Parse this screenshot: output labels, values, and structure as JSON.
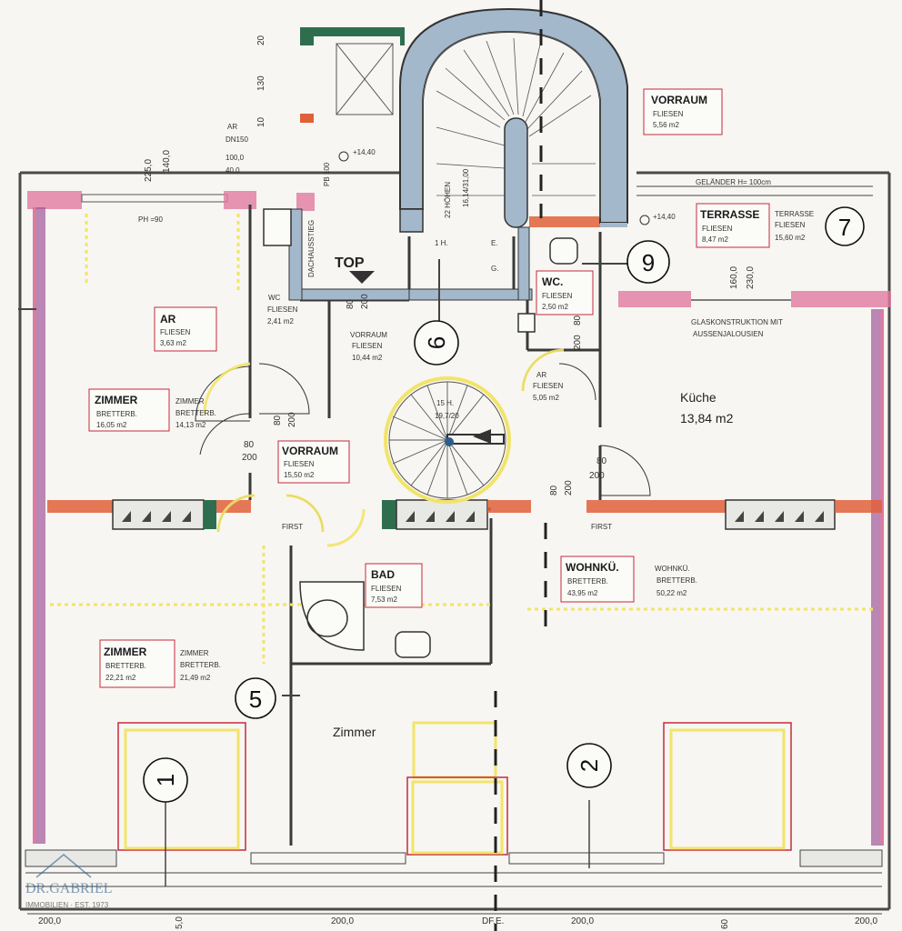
{
  "rooms": {
    "vorraum_top": {
      "name": "VORRAUM",
      "floor": "FLIESEN",
      "area": "5,56 m2"
    },
    "terrasse": {
      "name": "TERRASSE",
      "floor": "FLIESEN",
      "area": "8,47 m2",
      "alt_label": "TERRASSE",
      "alt_floor": "FLIESEN",
      "alt_area": "15,60 m2"
    },
    "ar_left": {
      "name": "AR",
      "floor": "FLIESEN",
      "area": "3,63 m2"
    },
    "wc_left": {
      "name": "WC",
      "floor": "FLIESEN",
      "area": "2,41 m2"
    },
    "vorraum_mid": {
      "name": "VORRAUM",
      "floor": "FLIESEN",
      "area": "10,44 m2"
    },
    "wc_right": {
      "name": "WC.",
      "floor": "FLIESEN",
      "area": "2,50 m2"
    },
    "ar_right": {
      "name": "AR",
      "floor": "FLIESEN",
      "area": "5,05 m2"
    },
    "zimmer_left": {
      "name": "ZIMMER",
      "floor": "BRETTERB.",
      "area": "16,05 m2",
      "alt_label": "ZIMMER",
      "alt_floor": "BRETTERB.",
      "alt_area": "14,13 m2"
    },
    "vorraum_low": {
      "name": "VORRAUM",
      "floor": "FLIESEN",
      "area": "15,50 m2"
    },
    "kueche": {
      "name": "Küche",
      "area": "13,84 m2"
    },
    "bad": {
      "name": "BAD",
      "floor": "FLIESEN",
      "area": "7,53 m2"
    },
    "wohnkue": {
      "name": "WOHNKÜ.",
      "floor": "BRETTERB.",
      "area": "43,95 m2",
      "alt_label": "WOHNKÜ.",
      "alt_floor": "BRETTERB.",
      "alt_area": "50,22 m2"
    },
    "zimmer_bottom": {
      "name": "ZIMMER",
      "floor": "BRETTERB.",
      "area": "22,21 m2",
      "alt_label": "ZIMMER",
      "alt_floor": "BRETTERB.",
      "alt_area": "21,49 m2"
    },
    "zimmer_center": {
      "name": "Zimmer"
    }
  },
  "markers": [
    "1",
    "2",
    "5",
    "6",
    "7",
    "9"
  ],
  "annotations": {
    "top": "TOP",
    "level_1": "+14,40",
    "level_2": "+14,40",
    "gelaender": "GELÄNDER H= 100cm",
    "glas": "GLASKONSTRUKTION MIT",
    "glas2": "AUSSENJALOUSIEN",
    "stair_main": "15 H.",
    "stair_main2": "19,7/20",
    "stair_up": "22 HÖHEN",
    "stair_up2": "16,14/31,00",
    "h1": "1 H.",
    "e": "E.",
    "g": "G.",
    "first_1": "FIRST",
    "first_2": "FIRST",
    "ph": "PH =90",
    "ar_dn": "AR",
    "dn150": "DN150",
    "dn2": "100,0",
    "dn3": "40,0",
    "pb100": "PB 100",
    "dachausstieg": "DACHAUSSTIEG",
    "dim_80": "80",
    "dim_200": "200",
    "dim_130": "130",
    "dim_20": "20",
    "dim_10": "10",
    "dim_225": "225,0",
    "dim_140": "140,0",
    "dim_160": "160,0",
    "dim_230": "230,0",
    "bottom_200a": "200,0",
    "bottom_200b": "200,0",
    "bottom_200c": "200,0",
    "bottom_200d": "200,0",
    "bottom_5": "5,0",
    "bottom_dfc": "DF.E.",
    "bottom_60": "60"
  },
  "logo": {
    "name": "DR.GABRIEL",
    "sub": "IMMOBILIEN · EST. 1973"
  },
  "colors": {
    "wall": "#4a4a4a",
    "wall_pink": "#e07aa0",
    "wall_purple": "#9a4a92",
    "stair_blue": "#a4b8cc",
    "shaft_green": "#2e6e4e",
    "orange": "#e0603a",
    "yellow": "#f2e46a"
  }
}
